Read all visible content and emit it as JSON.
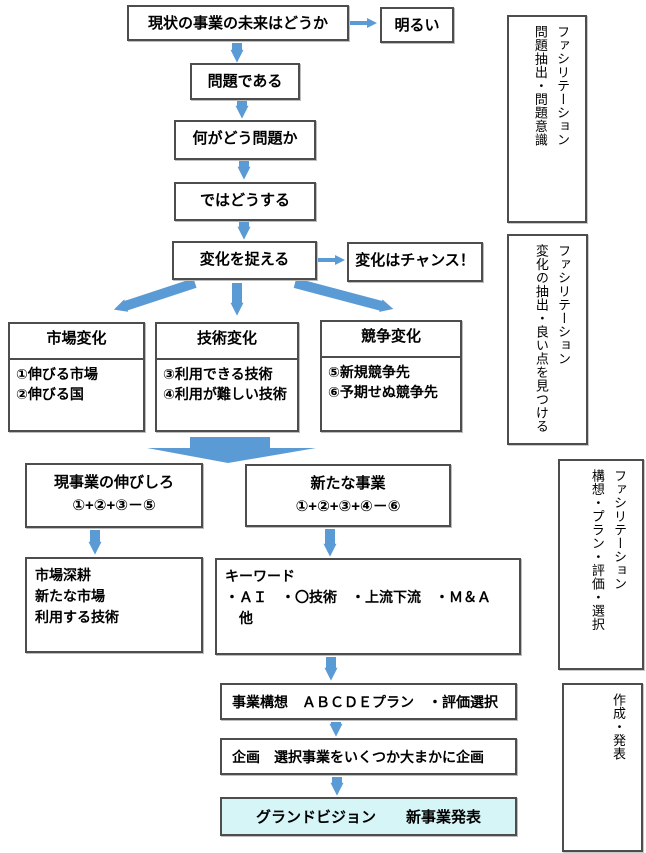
{
  "colors": {
    "arrow": "#5b9bd5",
    "border": "#4d4d4d",
    "highlight_bg": "#d6f5f7"
  },
  "nodes": {
    "future": "現状の事業の未来はどうか",
    "bright": "明るい",
    "problem": "問題である",
    "what_problem": "何がどう問題か",
    "then_what": "ではどうする",
    "capture_change": "変化を捉える",
    "chance": "変化はチャンス！",
    "market_change": {
      "title": "市場変化",
      "body": "①伸びる市場\n②伸びる国"
    },
    "tech_change": {
      "title": "技術変化",
      "body": "③利用できる技術\n④利用が難しい技術"
    },
    "competition_change": {
      "title": "競争変化",
      "body": "⑤新規競争先\n⑥予期せぬ競争先"
    },
    "current_growth": {
      "title": "現事業の伸びしろ",
      "formula": "①+②+③－⑤"
    },
    "new_business": {
      "title": "新たな事業",
      "formula": "①+②+③+④－⑥"
    },
    "market_dev": "市場深耕\n新たな市場\n利用する技術",
    "keywords": "キーワード\n・ＡＩ　・〇技術　・上流下流　・Ｍ＆Ａ\n　他",
    "concept": "事業構想　ＡＢＣＤＥプラン　・評価選択",
    "planning": "企画　選択事業をいくつか大まかに企画",
    "grand_vision": "グランドビジョン　　新事業発表"
  },
  "sidebar": {
    "facilitation_1": "ファシリテーション\n問題抽出・問題意識",
    "facilitation_2": "ファシリテーション\n変化の抽出・良い点を見つける",
    "facilitation_3": "ファシリテーション\n構想・プラン・評価・選択",
    "create_present": "作成・発表"
  }
}
